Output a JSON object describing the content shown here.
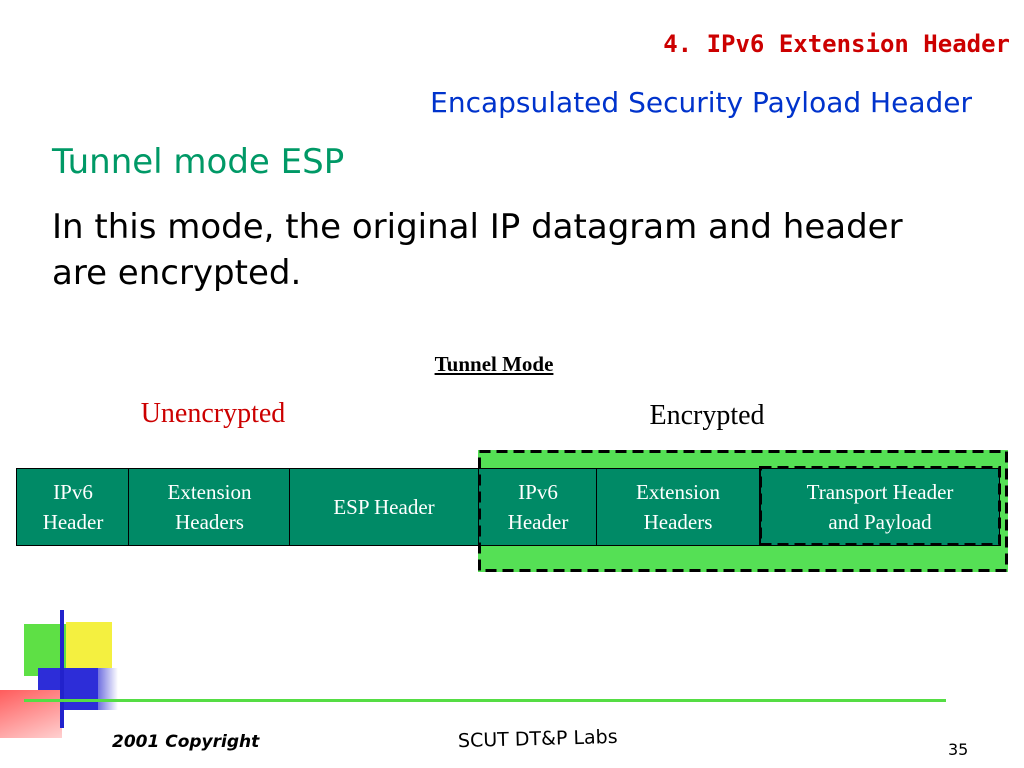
{
  "slide": {
    "section_title": "4. IPv6 Extension Header",
    "subtitle": "Encapsulated Security Payload Header",
    "heading": "Tunnel mode ESP",
    "body_text": "In this mode, the original IP datagram and header are encrypted."
  },
  "diagram": {
    "title": "Tunnel Mode",
    "unencrypted_label": "Unencrypted",
    "encrypted_label": "Encrypted",
    "cells": [
      {
        "label": "IPv6\nHeader"
      },
      {
        "label": "Extension\nHeaders"
      },
      {
        "label": "ESP Header"
      },
      {
        "label": "IPv6\nHeader"
      },
      {
        "label": "Extension\nHeaders"
      },
      {
        "label": "Transport Header\nand Payload"
      }
    ],
    "colors": {
      "cell_fill": "#008a66",
      "encrypted_region": "#55e055",
      "unencrypted_text": "#cc0000"
    }
  },
  "footer": {
    "copyright": "2001 Copyright",
    "lab": "SCUT DT&P Labs",
    "page_number": "35"
  }
}
